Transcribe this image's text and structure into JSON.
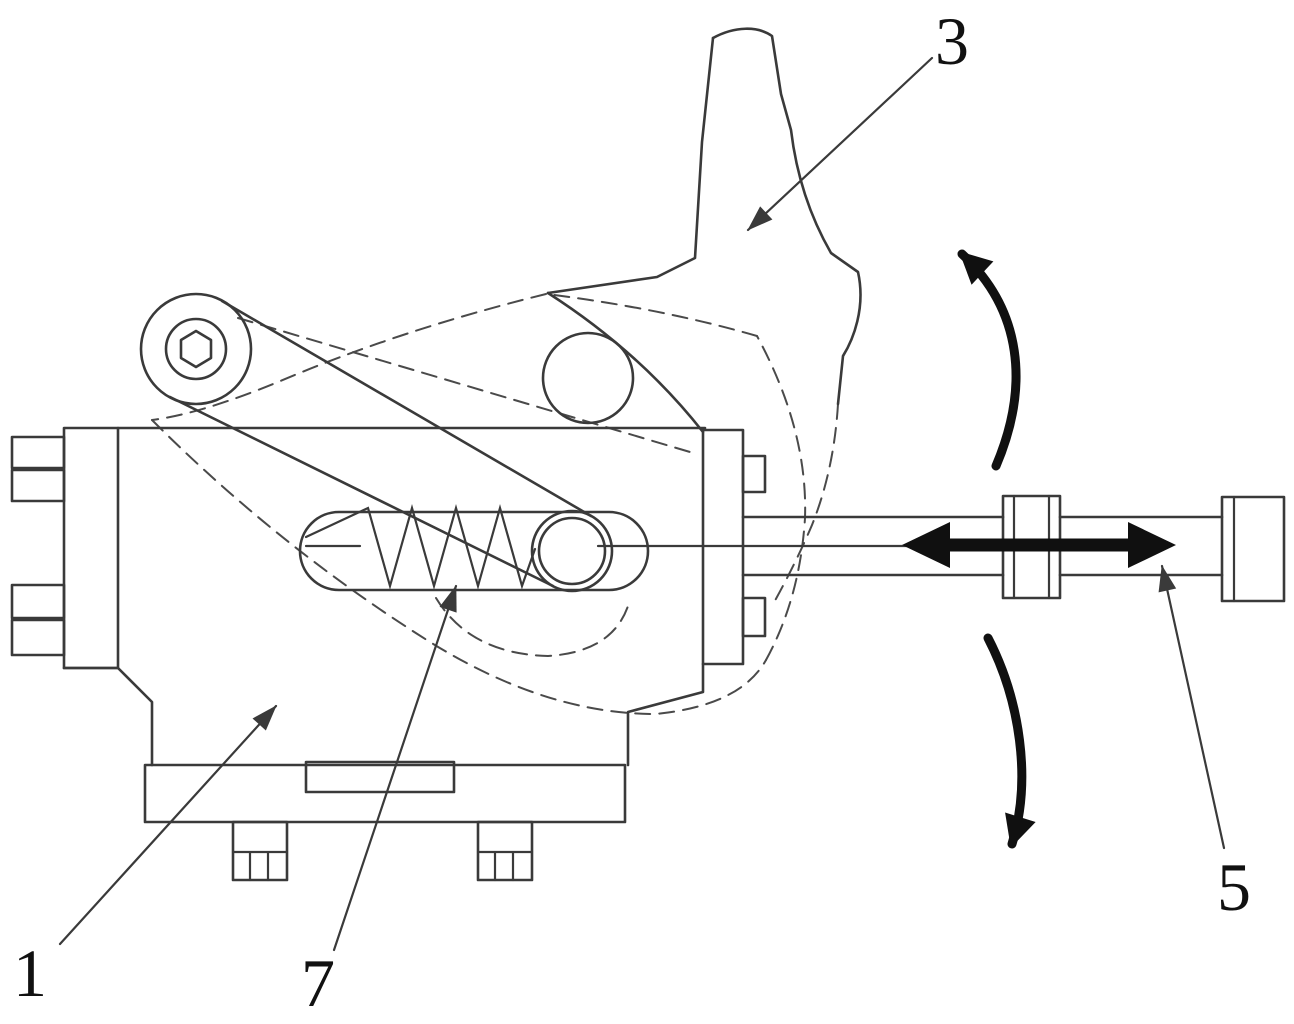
{
  "figure": {
    "type": "patent-line-drawing",
    "colors": {
      "background": "#ffffff",
      "line": "#3a3a3a",
      "hidden_line": "#4a4a4a",
      "arrow": "#101010",
      "label": "#111111"
    },
    "labels": {
      "part1": "1",
      "part3": "3",
      "part5": "5",
      "part7": "7"
    },
    "annotations": {
      "part1_target": "machine-body",
      "part3_target": "cam-plate",
      "part5_target": "shaft-end",
      "part7_target": "spring",
      "motion_arrows": [
        "rotation-upper",
        "rotation-lower",
        "linear-double-arrow"
      ]
    }
  }
}
